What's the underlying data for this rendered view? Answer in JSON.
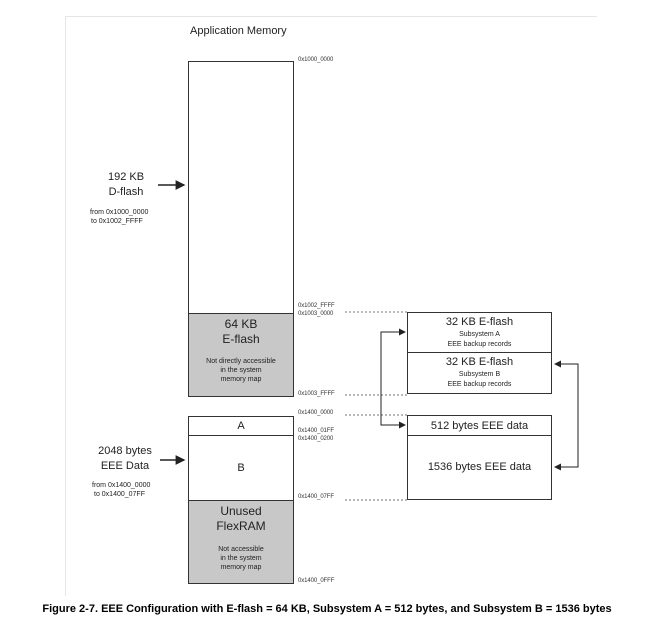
{
  "title": "Application Memory",
  "left_labels": {
    "dflash_size": "192 KB",
    "dflash_name": "D-flash",
    "dflash_from": "from 0x1000_0000",
    "dflash_to": "to 0x1002_FFFF",
    "eee_size": "2048 bytes",
    "eee_name": "EEE Data",
    "eee_from": "from 0x1400_0000",
    "eee_to": "to 0x1400_07FF"
  },
  "memory_blocks": {
    "eflash_size": "64 KB",
    "eflash_name": "E-flash",
    "eflash_note": [
      "Not directly accessible",
      "in the system",
      "memory map"
    ],
    "block_a": "A",
    "block_b": "B",
    "unused_1": "Unused",
    "unused_2": "FlexRAM",
    "unused_note": [
      "Not accessible",
      "in the system",
      "memory map"
    ]
  },
  "addresses": {
    "a0": "0x1000_0000",
    "a1": "0x1002_FFFF",
    "a2": "0x1003_0000",
    "a3": "0x1003_FFFF",
    "a4": "0x1400_0000",
    "a5": "0x1400_01FF",
    "a6": "0x1400_0200",
    "a7": "0x1400_07FF",
    "a8": "0x1400_0FFF"
  },
  "right_boxes": {
    "sub_a_title": "32 KB E-flash",
    "sub_a_line1": "Subsystem A",
    "sub_a_line2": "EEE backup records",
    "sub_b_title": "32 KB E-flash",
    "sub_b_line1": "Subsystem B",
    "sub_b_line2": "EEE backup records",
    "eee_a": "512 bytes EEE data",
    "eee_b": "1536 bytes EEE data"
  },
  "caption": "Figure 2-7. EEE Configuration with E-flash = 64 KB, Subsystem A = 512 bytes, and Subsystem B = 1536 bytes"
}
